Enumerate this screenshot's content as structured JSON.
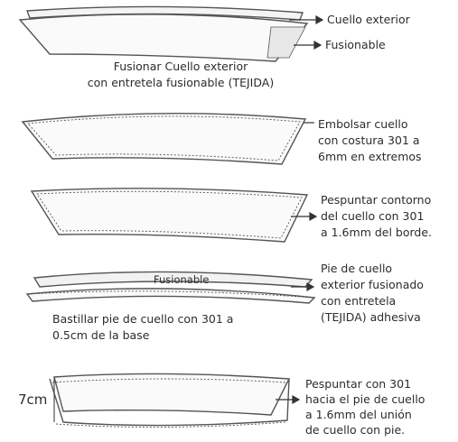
{
  "step1": {
    "label_outer": "Cuello exterior",
    "label_fusible": "Fusionable",
    "caption_line1": "Fusionar Cuello exterior",
    "caption_line2": "con entretela fusionable (TEJIDA)"
  },
  "step2": {
    "note_line1": "Embolsar cuello",
    "note_line2": "con costura 301 a",
    "note_line3": "6mm en extremos"
  },
  "step3": {
    "note_line1": "Pespuntar contorno",
    "note_line2": "del cuello con 301",
    "note_line3": "a 1.6mm del borde."
  },
  "step4": {
    "band_label": "Fusionable",
    "note_line1": "Pie de cuello",
    "note_line2": "exterior fusionado",
    "note_line3": "con entretela",
    "note_line4": "(TEJIDA) adhesiva",
    "caption_line1": "Bastillar pie de cuello con 301 a",
    "caption_line2": "0.5cm de la base"
  },
  "step5": {
    "measure": "7cm",
    "note_line1": "Pespuntar con 301",
    "note_line2": "hacia el pie de cuello",
    "note_line3": "a 1.6mm del unión",
    "note_line4": "de cuello con pie."
  }
}
